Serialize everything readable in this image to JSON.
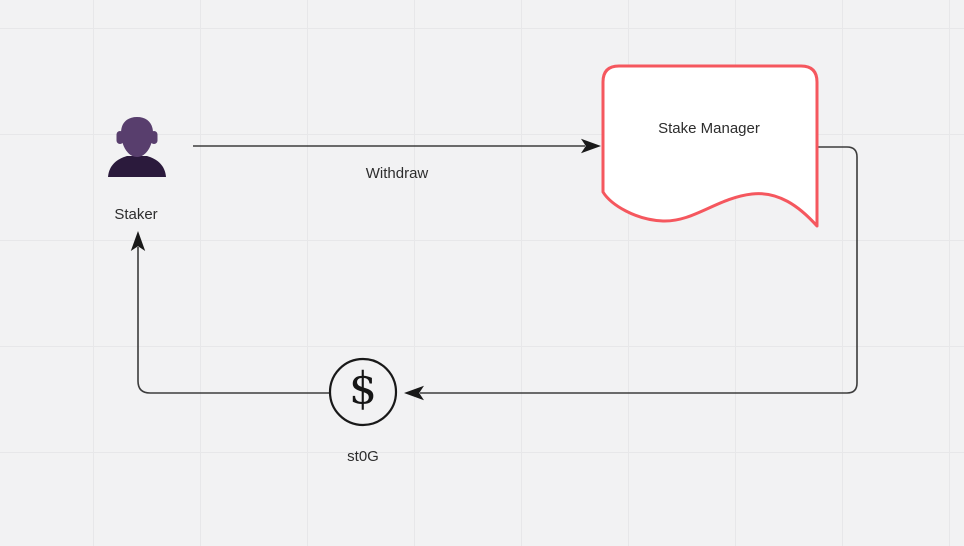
{
  "diagram": {
    "nodes": {
      "staker": {
        "label": "Staker",
        "type": "person-actor"
      },
      "stake_manager": {
        "label": "Stake Manager",
        "type": "note"
      },
      "st0g": {
        "label": "st0G",
        "symbol": "$",
        "type": "coin"
      }
    },
    "edges": {
      "withdraw": {
        "label": "Withdraw",
        "from": "Staker",
        "to": "Stake Manager"
      },
      "manager_to_coin": {
        "label": "",
        "from": "Stake Manager",
        "to": "st0G"
      },
      "coin_to_staker": {
        "label": "",
        "from": "st0G",
        "to": "Staker"
      }
    },
    "colors": {
      "canvas_bg": "#f2f2f3",
      "grid_line": "#e7e7e9",
      "note_border": "#f5575e",
      "note_fill": "#ffffff",
      "person_head": "#583e6d",
      "person_body": "#2b1a3c",
      "connector": "#3c3c3c",
      "arrowhead": "#191919",
      "text": "#2d2d2d"
    }
  }
}
